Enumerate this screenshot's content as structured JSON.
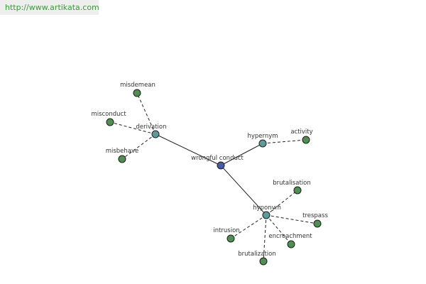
{
  "banner": {
    "url": "http://www.artikata.com"
  },
  "colors": {
    "center": "#4a5aa8",
    "relation": "#5f9a9a",
    "leaf": "#4f8f4f"
  },
  "graph": {
    "center": "wrongful conduct",
    "relations": [
      {
        "label": "derivation",
        "words": [
          "misdemean",
          "misconduct",
          "misbehave"
        ]
      },
      {
        "label": "hypernym",
        "words": [
          "activity"
        ]
      },
      {
        "label": "hyponym",
        "words": [
          "brutalisation",
          "trespass",
          "encroachment",
          "brutalization",
          "intrusion"
        ]
      }
    ]
  }
}
